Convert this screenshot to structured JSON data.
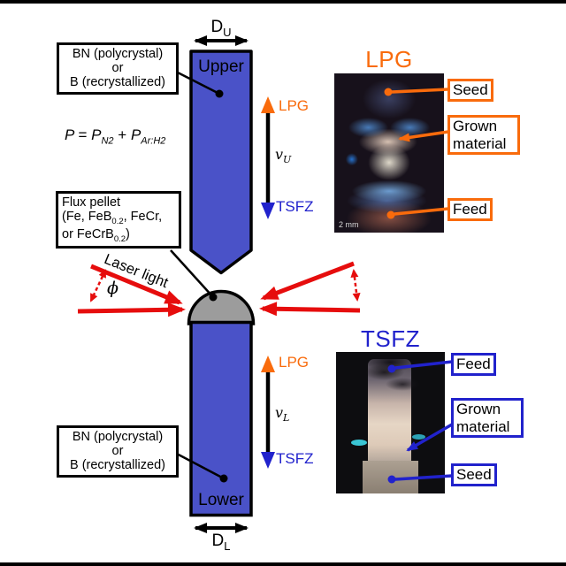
{
  "colors": {
    "rod_blue": "#4a52c8",
    "lpg_orange": "#f96b0c",
    "tsfz_blue": "#2122cc",
    "laser_red": "#e60d0d",
    "pellet_gray": "#9c9c9c"
  },
  "diagram": {
    "upper_rod": {
      "label": "Upper",
      "diameter_base": "D",
      "diameter_sub": "U"
    },
    "lower_rod": {
      "label": "Lower",
      "diameter_base": "D",
      "diameter_sub": "L"
    },
    "crucible_note_top": {
      "line1": "BN (polycrystal)",
      "line2": "or",
      "line3": "B (recrystallized)"
    },
    "crucible_note_bottom": {
      "line1": "BN (polycrystal)",
      "line2": "or",
      "line3": "B (recrystallized)"
    },
    "equation": {
      "lhs": "P",
      "equals": "=",
      "term1_base": "P",
      "term1_sub": "N2",
      "plus": "+",
      "term2_base": "P",
      "term2_sub": "Ar:H2"
    },
    "flux_note": {
      "line1": "Flux pellet",
      "line2_pre": "(Fe, FeB",
      "line2_sub": "0.2",
      "line2_mid": ", FeCr,",
      "line3_pre": "or FeCrB",
      "line3_sub": "0.2",
      "line3_post": ")"
    },
    "laser_label": "Laser light",
    "angle_symbol": "ϕ",
    "upper_motion": {
      "up_label": "LPG",
      "down_label": "TSFZ",
      "velocity_base": "v",
      "velocity_sub": "U"
    },
    "lower_motion": {
      "up_label": "LPG",
      "down_label": "TSFZ",
      "velocity_base": "v",
      "velocity_sub": "L"
    }
  },
  "lpg_panel": {
    "title": "LPG",
    "scale_label": "2 mm",
    "seed": "Seed",
    "grown": "Grown material",
    "feed": "Feed"
  },
  "tsfz_panel": {
    "title": "TSFZ",
    "feed": "Feed",
    "grown": "Grown material",
    "seed": "Seed"
  }
}
